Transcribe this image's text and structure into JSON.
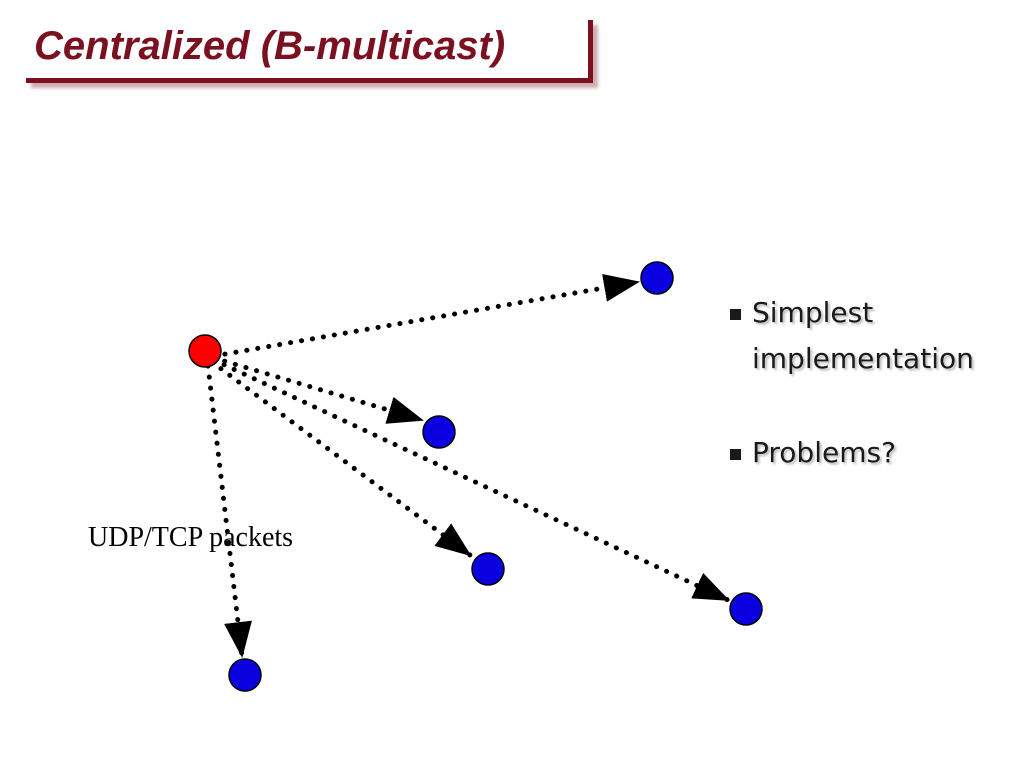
{
  "title": "Centralized (B-multicast)",
  "diagram": {
    "sender": {
      "id": "sender",
      "color": "#ff0000"
    },
    "receivers": [
      {
        "id": "receiver-1",
        "color": "#0a00e0"
      },
      {
        "id": "receiver-2",
        "color": "#0a00e0"
      },
      {
        "id": "receiver-3",
        "color": "#0a00e0"
      },
      {
        "id": "receiver-4",
        "color": "#0a00e0"
      },
      {
        "id": "receiver-5",
        "color": "#0a00e0"
      }
    ],
    "edge_style": "dotted-arrow",
    "caption": "UDP/TCP packets"
  },
  "bullets": [
    {
      "text": "Simplest implementation"
    },
    {
      "text": "Problems?"
    }
  ],
  "colors": {
    "title": "#7a1020",
    "sender_node": "#ff0000",
    "receiver_node": "#0a00e0",
    "arrow": "#000000"
  }
}
